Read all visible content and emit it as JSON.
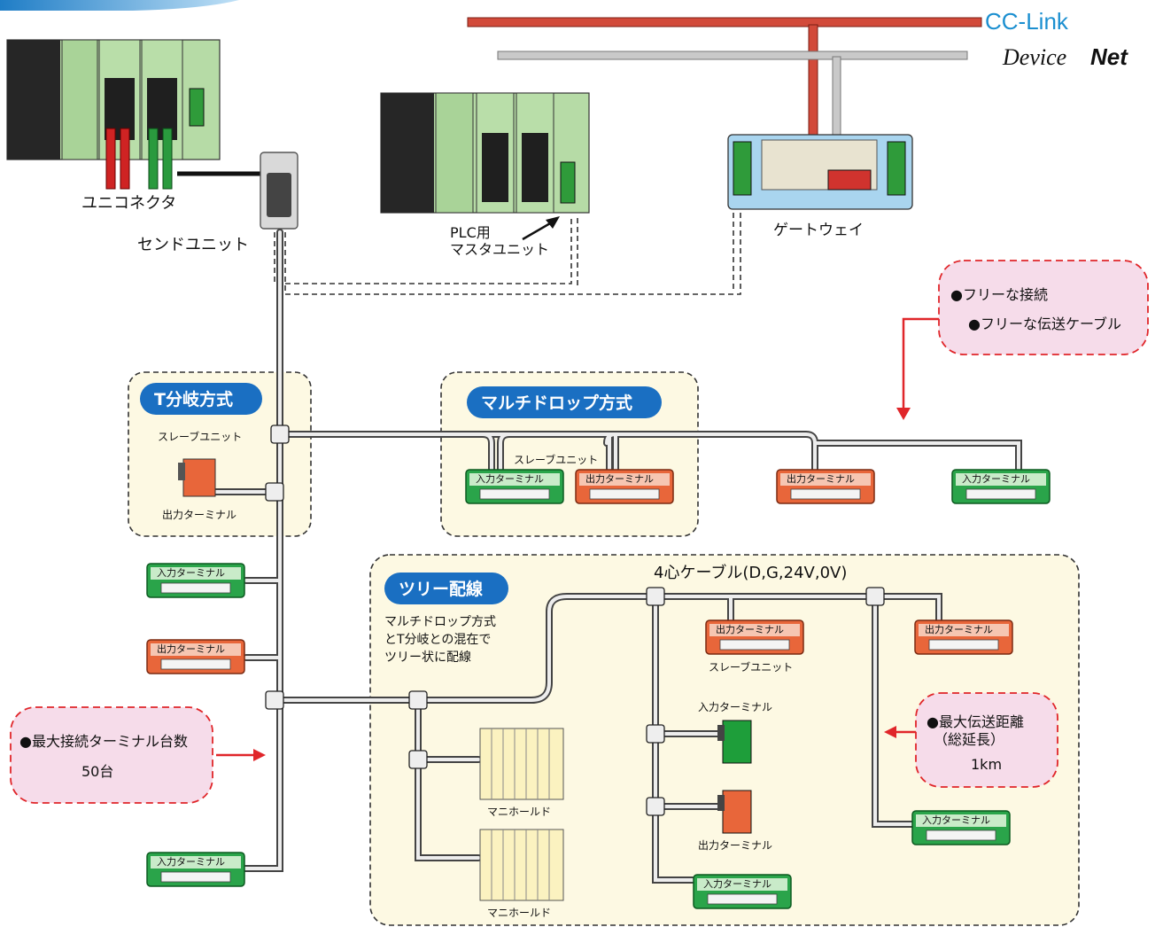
{
  "logos": {
    "cclink": "CC-Link",
    "devicenet_a": "Device",
    "devicenet_b": "Net"
  },
  "devices": {
    "uni_connector": "ユニコネクタ",
    "send_unit": "センドユニット",
    "plc_master_1": "PLC用",
    "plc_master_2": "マスタユニット",
    "gateway": "ゲートウェイ"
  },
  "notes": {
    "free_1": "●フリーな接続",
    "free_2": "●フリーな伝送ケーブル",
    "max_terminals_1": "●最大接続ターミナル台数",
    "max_terminals_2": "50台",
    "max_distance_1": "●最大伝送距離",
    "max_distance_2": "（総延長）",
    "max_distance_3": "1km"
  },
  "sections": {
    "t_branch": "T分岐方式",
    "multidrop": "マルチドロップ方式",
    "tree": "ツリー配線",
    "tree_desc_1": "マルチドロップ方式",
    "tree_desc_2": "とT分岐との混在で",
    "tree_desc_3": "ツリー状に配線",
    "cable": "4心ケーブル(D,G,24V,0V)"
  },
  "labels": {
    "slave_unit": "スレーブユニット",
    "input_terminal": "入力ターミナル",
    "output_terminal": "出力ターミナル",
    "manifold": "マニホールド"
  },
  "colors": {
    "cclink_line": "#d24a3a",
    "devicenet_line": "#b9b9b9",
    "input_green": "#1e9e3a",
    "output_orange": "#e8663a",
    "tag_blue": "#1a6fc2",
    "note_pink": "#f6dcea",
    "section_bg": "#fdf9e3"
  }
}
